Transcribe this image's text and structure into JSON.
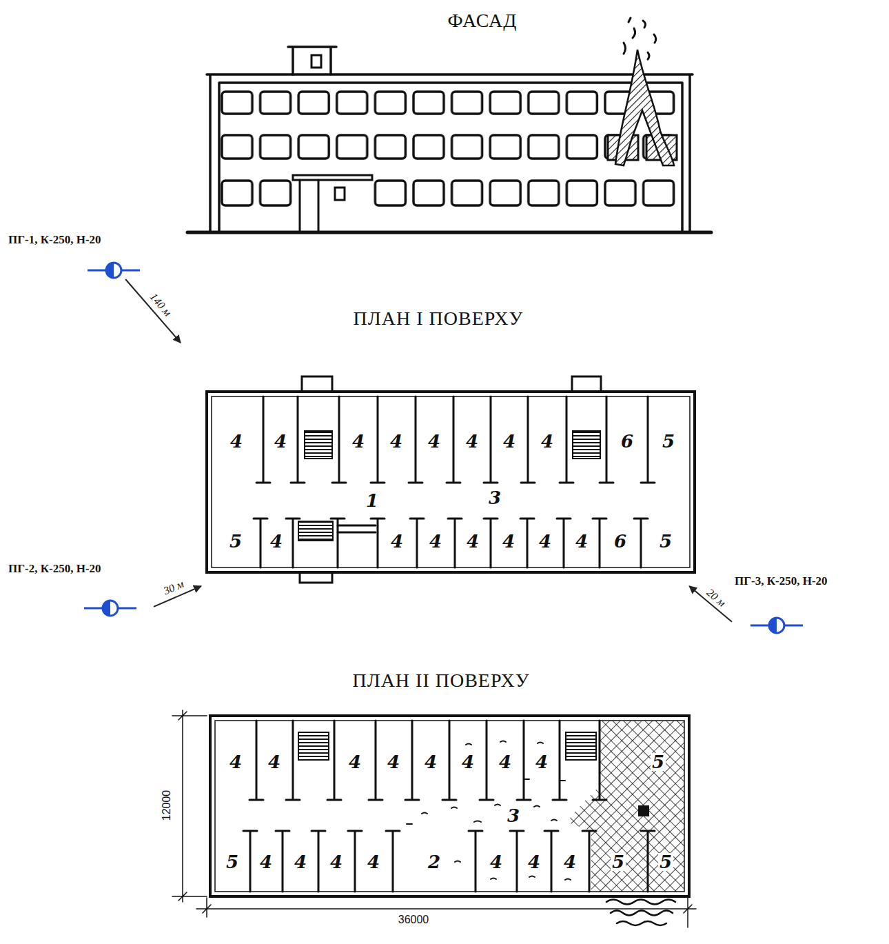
{
  "diagram": {
    "nodes": [
      {
        "text": [
          "ФАСАД"
        ]
      },
      {
        "text": [
          "ПГ-1, К-250, Н-20"
        ]
      },
      {
        "text": [
          "ПЛАН І ПОВЕРХУ"
        ]
      },
      {
        "text": [
          "ПГ-2, К-250, Н-20"
        ]
      },
      {
        "text": [
          "ПГ-3, К-250, Н-20"
        ]
      },
      {
        "text": [
          "ПЛАН ІІ ПОВЕРХУ"
        ]
      }
    ],
    "edges": [
      {
        "from": 1,
        "to": 2,
        "arrow": "to",
        "label": "140 м"
      },
      {
        "from": 3,
        "to": 2,
        "arrow": "to",
        "label": "30 м"
      },
      {
        "from": 4,
        "to": 2,
        "arrow": "to",
        "label": "20 м"
      }
    ],
    "labels": [
      "4",
      "4",
      "4",
      "4",
      "4",
      "4",
      "4",
      "4",
      "6",
      "5",
      "5",
      "4",
      "4",
      "4",
      "4",
      "4",
      "4",
      "4",
      "6",
      "5",
      "1",
      "3",
      "4",
      "4",
      "4",
      "4",
      "4",
      "4",
      "4",
      "4",
      "5",
      "5",
      "4",
      "4",
      "4",
      "4",
      "2",
      "4",
      "4",
      "4",
      "5",
      "5",
      "3",
      "12000",
      "36000"
    ]
  }
}
